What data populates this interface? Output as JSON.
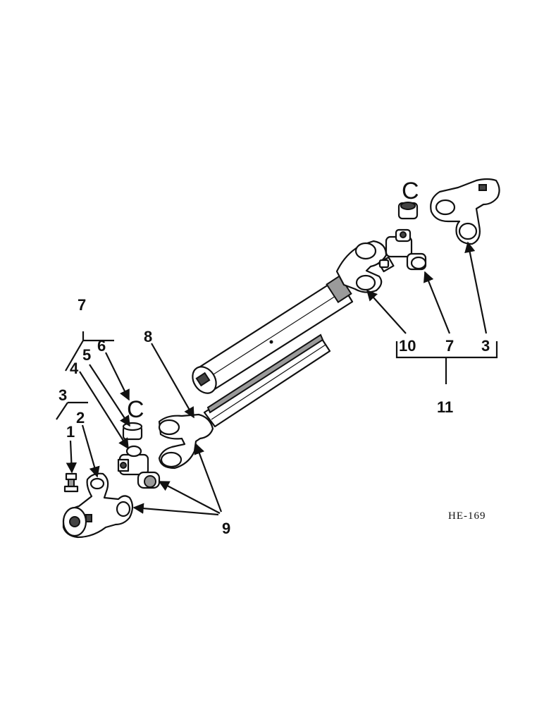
{
  "callouts": {
    "n1": "1",
    "n2": "2",
    "n3_left": "3",
    "n4": "4",
    "n5": "5",
    "n6": "6",
    "n7_left": "7",
    "n8": "8",
    "n9": "9",
    "n10": "10",
    "n7_right": "7",
    "n3_right": "3",
    "n11": "11"
  },
  "snap_ring_glyph": "C",
  "drawing_code": "HE-169"
}
